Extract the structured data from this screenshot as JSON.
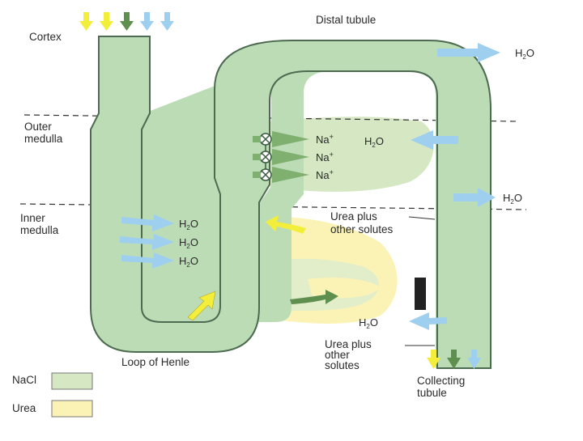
{
  "labels": {
    "cortex": "Cortex",
    "distal_tubule": "Distal tubule",
    "outer_medulla_1": "Outer",
    "outer_medulla_2": "medulla",
    "inner_medulla_1": "Inner",
    "inner_medulla_2": "medulla",
    "loop_of_henle": "Loop of Henle",
    "collecting_tubule_1": "Collecting",
    "collecting_tubule_2": "tubule",
    "urea_plus_upper_1": "Urea plus",
    "urea_plus_upper_2": "other solutes",
    "urea_plus_lower_1": "Urea plus",
    "urea_plus_lower_2": "other",
    "urea_plus_lower_3": "solutes"
  },
  "water": {
    "h2o": "H",
    "sub": "2",
    "o": "O"
  },
  "sodium": {
    "na1": "Na",
    "na2": "Na",
    "na3": "Na",
    "plus": "+"
  },
  "legend": {
    "nacl_label": "NaCl",
    "urea_label": "Urea",
    "nacl_color": "#d5e8c3",
    "urea_color": "#fbf3b5"
  },
  "colors": {
    "tubule": "#bcdcb6",
    "tubule_stroke": "#4d6b50",
    "water_arrow": "#9fcfef",
    "nacl_arrow": "#7fb06f",
    "urea_arrow": "#f3ee3a",
    "pump": "#3a5a3f"
  }
}
